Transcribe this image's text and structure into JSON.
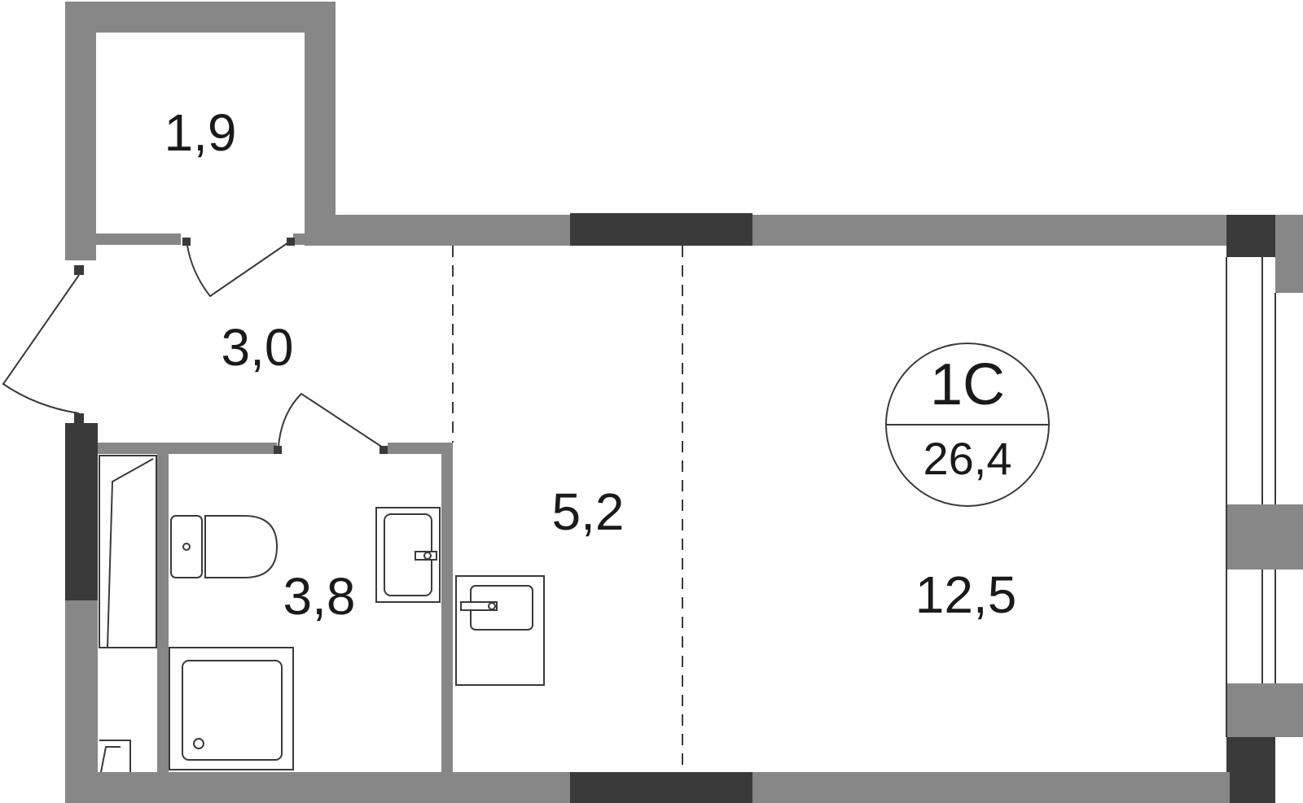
{
  "rooms": {
    "storage": "1,9",
    "hallway": "3,0",
    "bathroom": "3,8",
    "kitchen": "5,2",
    "living": "12,5"
  },
  "apartment": {
    "type": "1С",
    "total_area": "26,4"
  },
  "colors": {
    "wall": "#878787",
    "wall_dark": "#3a3a3a",
    "line": "#3a3a3a",
    "background": "#ffffff"
  }
}
